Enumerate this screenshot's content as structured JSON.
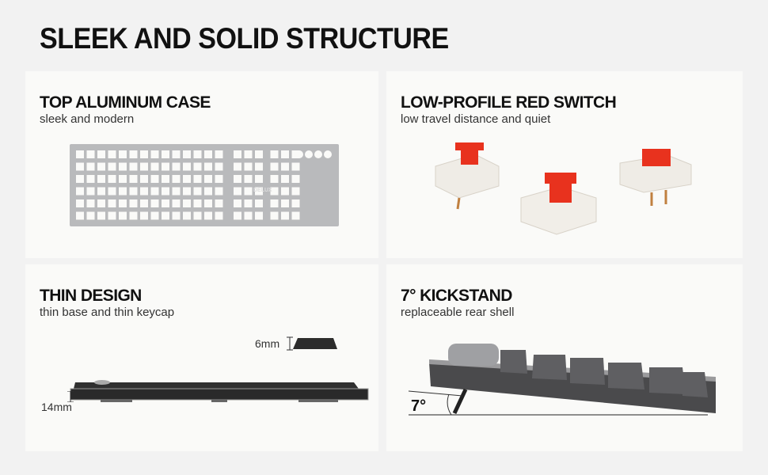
{
  "title": "SLEEK AND SOLID STRUCTURE",
  "panels": [
    {
      "heading": "TOP ALUMINUM CASE",
      "subtitle": "sleek and modern",
      "logo": "DELUX"
    },
    {
      "heading": "LOW-PROFILE RED SWITCH",
      "subtitle": "low travel distance and quiet"
    },
    {
      "heading": "THIN DESIGN",
      "subtitle": "thin base and thin keycap",
      "keycap_label": "6mm",
      "base_label": "14mm"
    },
    {
      "heading": "7° KICKSTAND",
      "subtitle": "replaceable rear shell",
      "angle_label": "7°"
    }
  ],
  "colors": {
    "switch_red": "#e8321e",
    "plate": "#b8b9bb",
    "keyboard_dark": "#3a3a3a"
  }
}
